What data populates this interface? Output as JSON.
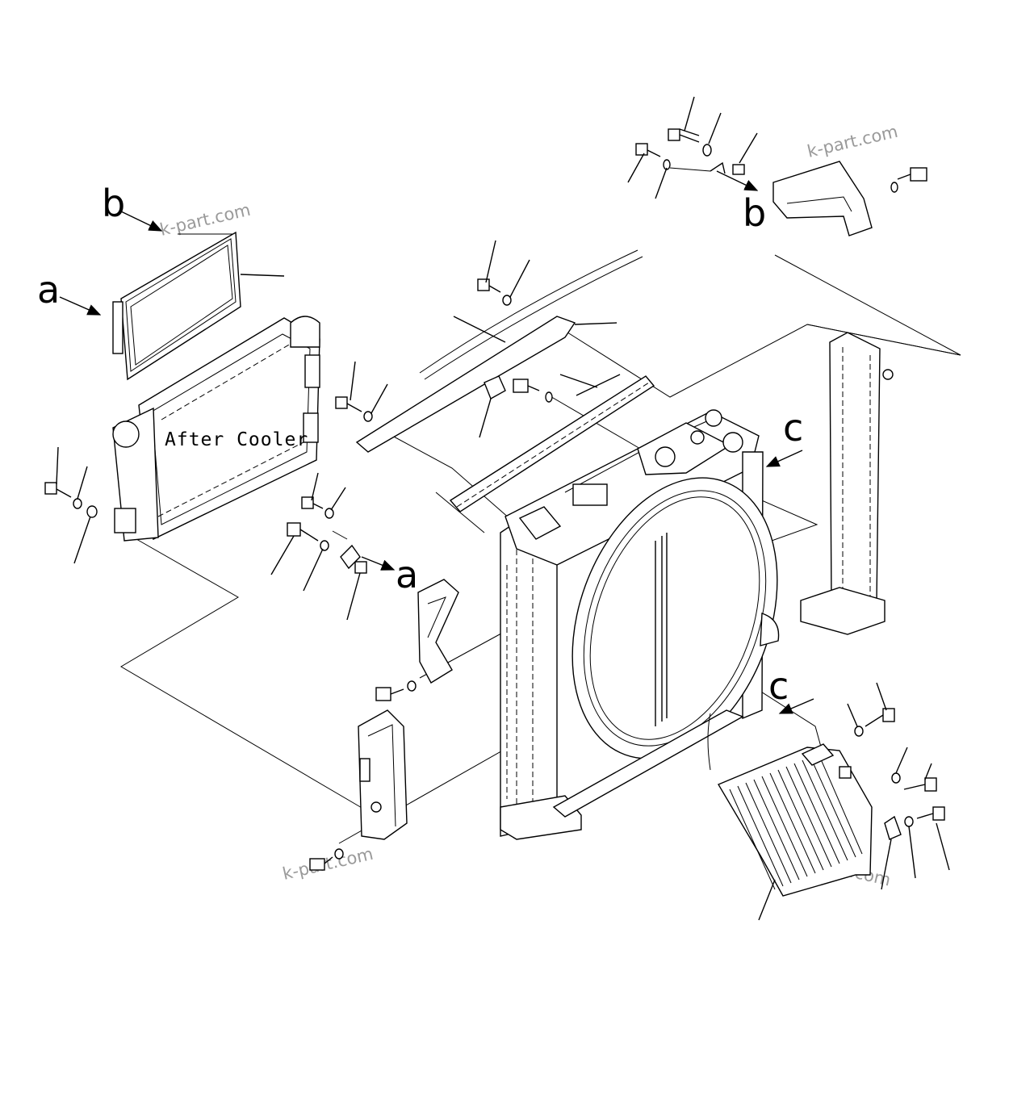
{
  "diagram": {
    "part_label": "After Cooler",
    "callouts": {
      "a": "a",
      "b": "b",
      "c": "c"
    },
    "watermark": "k-part.com"
  }
}
